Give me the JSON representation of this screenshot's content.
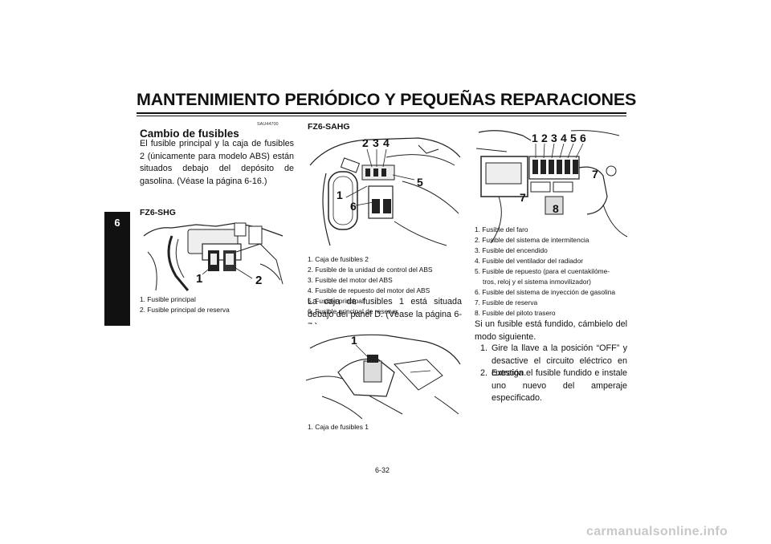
{
  "header": {
    "title": "MANTENIMIENTO PERIÓDICO Y PEQUEÑAS REPARACIONES",
    "chapter": "6"
  },
  "left": {
    "code": "SAU44700",
    "section_title": "Cambio de fusibles",
    "intro": "El fusible principal y la caja de fusibles 2 (únicamente para modelo ABS) están situados debajo del depósito de gasolina. (Véase la página 6-16.)",
    "model": "FZ6-SHG",
    "figure_labels": [
      "1",
      "2"
    ],
    "captions": [
      "1. Fusible principal",
      "2. Fusible principal de reserva"
    ]
  },
  "middle": {
    "model": "FZ6-SAHG",
    "figure1_labels": [
      "2",
      "3",
      "4",
      "1",
      "6",
      "5"
    ],
    "captions": [
      "1. Caja de fusibles 2",
      "2. Fusible de la unidad de control del ABS",
      "3. Fusible del motor del ABS",
      "4. Fusible de repuesto del motor del ABS",
      "5. Fusible principal",
      "6. Fusible principal de reserva"
    ],
    "paragraph": "La caja de fusibles 1 está situada debajo del panel D. (Véase la página 6-7.)",
    "figure2_labels": [
      "1"
    ],
    "caption2": "1. Caja de fusibles 1"
  },
  "right": {
    "figure_labels": [
      "1",
      "2",
      "3",
      "4",
      "5",
      "6",
      "7",
      "7",
      "8"
    ],
    "captions": [
      "1. Fusible del faro",
      "2. Fusible del sistema de intermitencia",
      "3. Fusible del encendido",
      "4. Fusible del ventilador del radiador",
      "5. Fusible de repuesto (para el cuentakilóme-",
      "tros, reloj y el sistema inmovilizador)",
      "6. Fusible del sistema de inyección de gasolina",
      "7. Fusible de reserva",
      "8. Fusible del piloto trasero"
    ],
    "paragraph": "Si un fusible está fundido, cámbielo del modo siguiente.",
    "steps": [
      {
        "num": "1.",
        "text": "Gire la llave a la posición “OFF” y desactive el circuito eléctrico en cuestión."
      },
      {
        "num": "2.",
        "text": "Extraiga el fusible fundido e instale uno nuevo del amperaje especificado."
      }
    ]
  },
  "footer": {
    "page_number": "6-32",
    "watermark": "carmanualsonline.info"
  }
}
